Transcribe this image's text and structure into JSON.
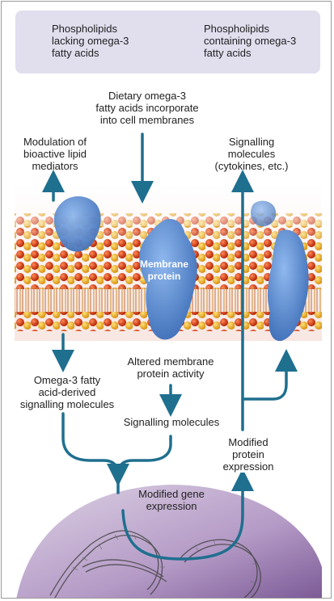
{
  "legend": {
    "item1": {
      "line1": "Phospholipids",
      "line2": "lacking omega-3",
      "line3": "fatty acids",
      "icon": "orange-phospholipid-icon",
      "color": "#f0b020"
    },
    "item2": {
      "line1": "Phospholipids",
      "line2": "containing omega-3",
      "line3": "fatty acids",
      "icon": "red-phospholipid-icon",
      "color": "#d23a12"
    }
  },
  "labels": {
    "dietary": {
      "l1": "Dietary omega-3",
      "l2": "fatty acids incorporate",
      "l3": "into cell membranes"
    },
    "modulation": {
      "l1": "Modulation of",
      "l2": "bioactive lipid",
      "l3": "mediators"
    },
    "signalling_out": {
      "l1": "Signalling",
      "l2": "molecules",
      "l3": "(cytokines, etc.)"
    },
    "membrane_protein": {
      "l1": "Membrane",
      "l2": "protein"
    },
    "altered": {
      "l1": "Altered membrane",
      "l2": "protein activity"
    },
    "omega3_derived": {
      "l1": "Omega-3 fatty",
      "l2": "acid-derived",
      "l3": "signalling molecules"
    },
    "signalling_mid": {
      "l1": "Signalling molecules"
    },
    "modified_protein": {
      "l1": "Modified",
      "l2": "protein",
      "l3": "expression"
    },
    "gene": {
      "l1": "Modified gene",
      "l2": "expression"
    }
  },
  "colors": {
    "arrow": "#1f6f8f",
    "protein": "#5b8fd6",
    "nucleus_top": "#d9cce0",
    "nucleus_bottom": "#8f6aa8"
  }
}
